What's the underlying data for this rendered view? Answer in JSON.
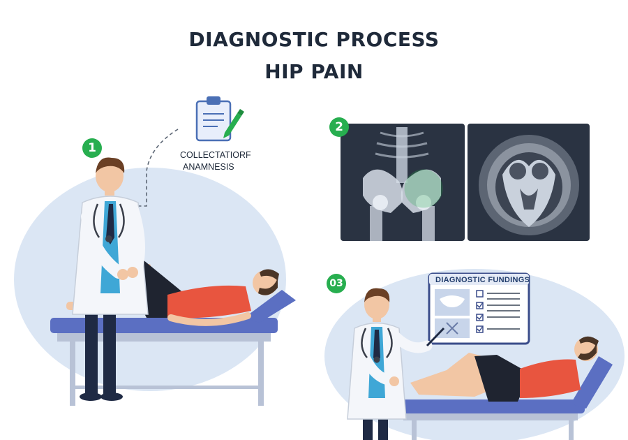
{
  "title": {
    "line1": "DIAGNOSTIC PROCESS",
    "line2": "HIP PAIN"
  },
  "steps": [
    {
      "badge": "1",
      "caption_line1": "COLLECTATIORF",
      "caption_line2": "ANAMNESIS"
    },
    {
      "badge": "2"
    },
    {
      "badge": "03",
      "monitor_title": "DIAGNOSTIC FUNDINGS"
    }
  ],
  "colors": {
    "accent_green": "#27ae4f",
    "background_blob": "#dbe6f4",
    "table": "#5b6fc2",
    "shirt": "#e8553f",
    "navy_text": "#1f2a3a"
  },
  "icons": [
    "clipboard-icon",
    "pen-icon",
    "stethoscope-icon",
    "checkbox-icon"
  ]
}
